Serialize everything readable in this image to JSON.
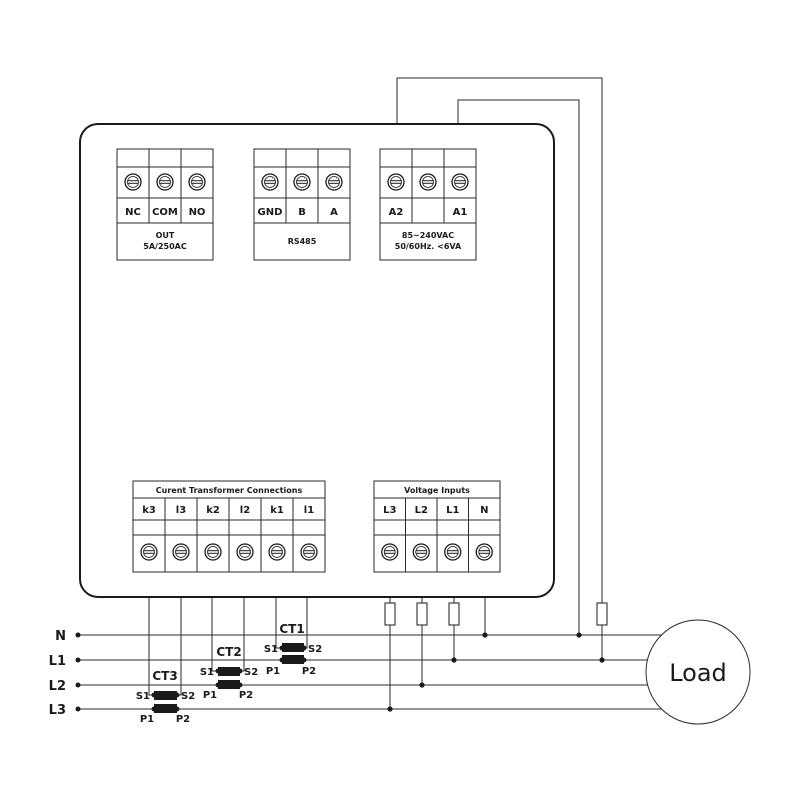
{
  "colors": {
    "line": "#2a2a2a",
    "fill_dark": "#1a1a1a",
    "background": "#ffffff"
  },
  "terminal_blocks": {
    "relay": {
      "labels": [
        "NC",
        "COM",
        "NO"
      ],
      "caption": [
        "OUT",
        "5A/250AC"
      ]
    },
    "rs485": {
      "labels": [
        "GND",
        "B",
        "A"
      ],
      "caption": [
        "RS485"
      ]
    },
    "power": {
      "labels": [
        "A2",
        "",
        "A1"
      ],
      "caption": [
        "85~240VAC",
        "50/60Hz. <6VA"
      ]
    },
    "ct": {
      "title": "Curent Transformer Connections",
      "labels": [
        "k3",
        "l3",
        "k2",
        "l2",
        "k1",
        "l1"
      ]
    },
    "voltage": {
      "title": "Voltage Inputs",
      "labels": [
        "L3",
        "L2",
        "L1",
        "N"
      ]
    }
  },
  "bus_lines": [
    "N",
    "L1",
    "L2",
    "L3"
  ],
  "current_transformers": [
    {
      "name": "CT1",
      "s1": "S1",
      "s2": "S2",
      "p1": "P1",
      "p2": "P2"
    },
    {
      "name": "CT2",
      "s1": "S1",
      "s2": "S2",
      "p1": "P1",
      "p2": "P2"
    },
    {
      "name": "CT3",
      "s1": "S1",
      "s2": "S2",
      "p1": "P1",
      "p2": "P2"
    }
  ],
  "load": {
    "label": "Load"
  },
  "icons": {
    "terminal_screw": "screw-terminal-icon",
    "fuse": "fuse-icon",
    "ct_core": "current-transformer-icon"
  }
}
